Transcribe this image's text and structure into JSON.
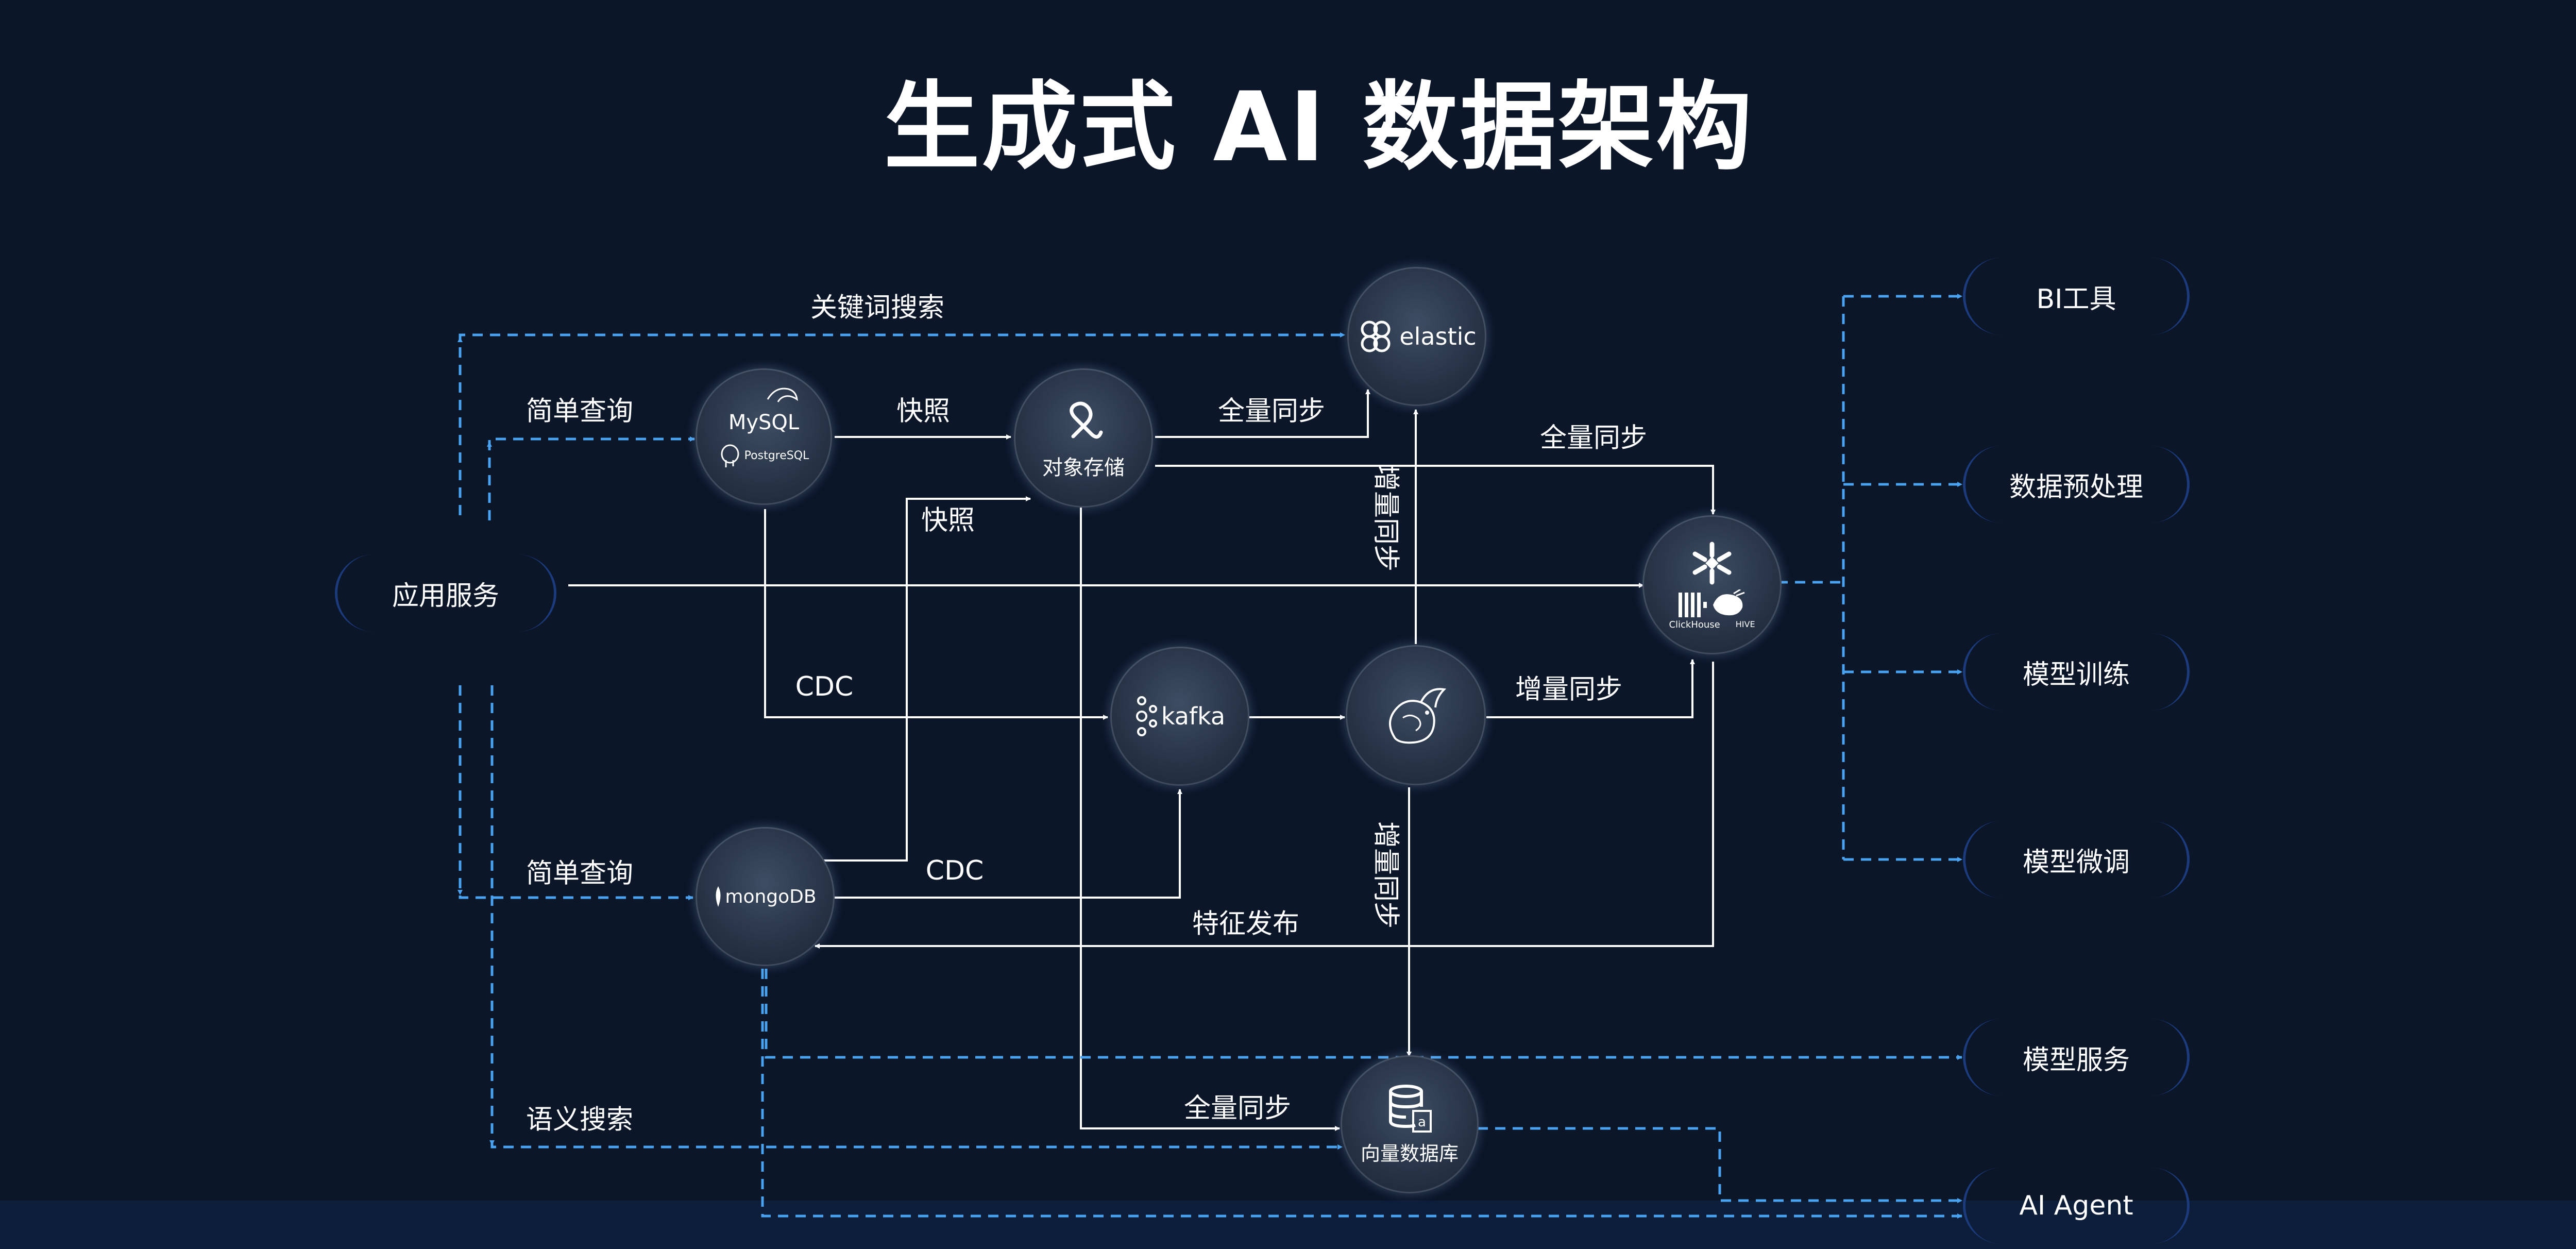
{
  "title": "生成式 AI 数据架构",
  "app_service": "应用服务",
  "nodes": {
    "mysql": {
      "line1": "MySQL",
      "line2": "PostgreSQL"
    },
    "object_storage": {
      "label": "对象存储"
    },
    "elastic": {
      "label": "elastic"
    },
    "kafka": {
      "label": "kafka"
    },
    "mongodb": {
      "label": "mongoDB"
    },
    "warehouse": {
      "line1": "ClickHouse",
      "line2": "HIVE"
    },
    "vector_db": {
      "label": "向量数据库"
    }
  },
  "edge_labels": {
    "keyword_search": "关键词搜索",
    "simple_query_top": "简单查询",
    "snapshot_top": "快照",
    "full_sync_elastic": "全量同步",
    "full_sync_warehouse": "全量同步",
    "snapshot_mongo": "快照",
    "incremental_vertical_top": "增量同步",
    "cdc_mysql": "CDC",
    "incremental_warehouse": "增量同步",
    "simple_query_bottom": "简单查询",
    "cdc_mongo": "CDC",
    "incremental_vertical_bottom": "增量同步",
    "feature_publish": "特征发布",
    "semantic_search": "语义搜索",
    "full_sync_vector": "全量同步"
  },
  "consumers": [
    "BI工具",
    "数据预处理",
    "模型训练",
    "模型微调",
    "模型服务",
    "AI Agent"
  ],
  "colors": {
    "background": "#0b1629",
    "solid_line": "#ffffff",
    "dashed_line": "#4aa3f0",
    "pill_border": "#1c3b7c"
  }
}
